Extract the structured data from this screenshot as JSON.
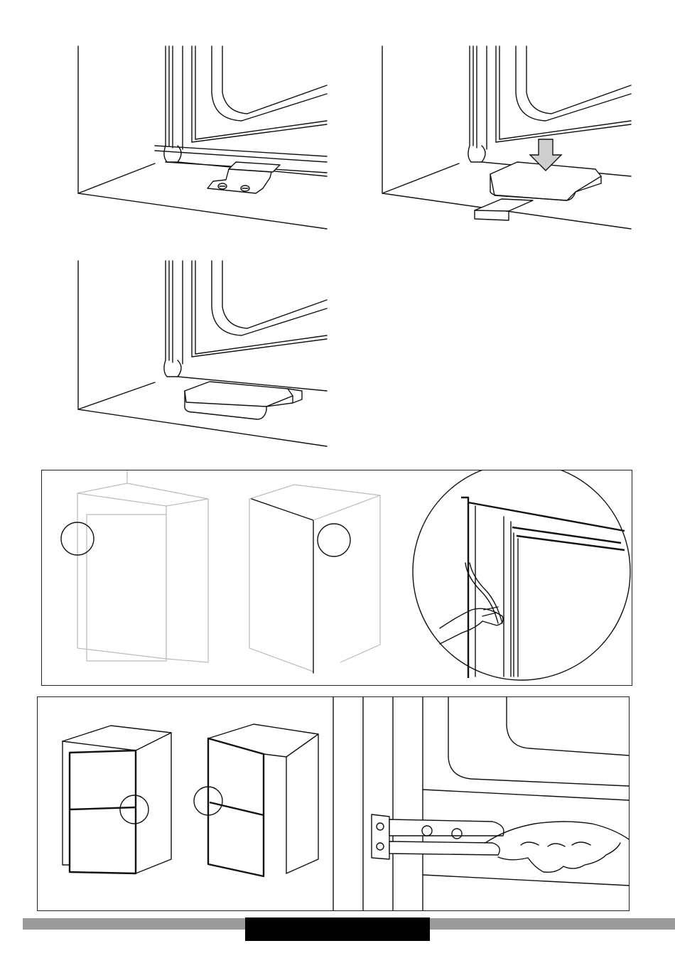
{
  "page": {
    "figures": [
      {
        "name": "door-hinge-bracket-step"
      },
      {
        "name": "hinge-cover-press-step"
      },
      {
        "name": "hinge-cover-installed-step"
      },
      {
        "name": "door-seal-cabinets-step"
      },
      {
        "name": "double-door-slide-step"
      }
    ]
  },
  "colors": {
    "line": "#111111",
    "arrow_fill": "#cfcfcf",
    "footer_bar": "#9b9b9b",
    "footer_block": "#000000"
  },
  "icons": {
    "press_arrow": "down-arrow-icon",
    "detail_circle": "magnifier-circle"
  }
}
